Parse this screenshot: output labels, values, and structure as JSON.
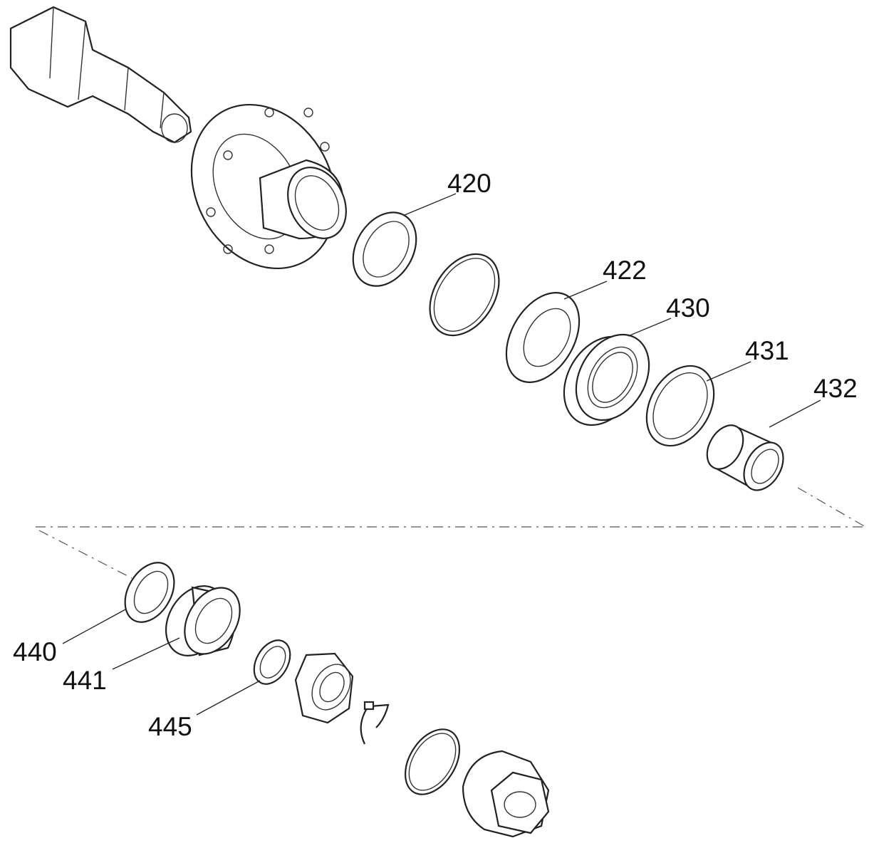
{
  "figure": {
    "labels": {
      "l420": "420",
      "l422": "422",
      "l430": "430",
      "l431": "431",
      "l432": "432",
      "l440": "440",
      "l441": "441",
      "l445": "445"
    }
  }
}
